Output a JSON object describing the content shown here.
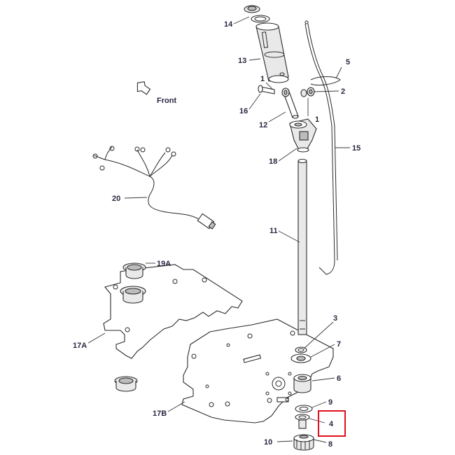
{
  "front_label": "Front",
  "callouts": {
    "c1a": "1",
    "c1b": "1",
    "c2": "2",
    "c3": "3",
    "c4": "4",
    "c5": "5",
    "c6": "6",
    "c7": "7",
    "c8": "8",
    "c9": "9",
    "c10": "10",
    "c11": "11",
    "c12": "12",
    "c13": "13",
    "c14": "14",
    "c15": "15",
    "c16": "16",
    "c17a": "17A",
    "c17b": "17B",
    "c18": "18",
    "c19a": "19A",
    "c20": "20"
  },
  "highlighted_callout": "4",
  "highlight_color": "#e0101e",
  "line_color": "#2a2a2a",
  "label_color": "#2b2540"
}
